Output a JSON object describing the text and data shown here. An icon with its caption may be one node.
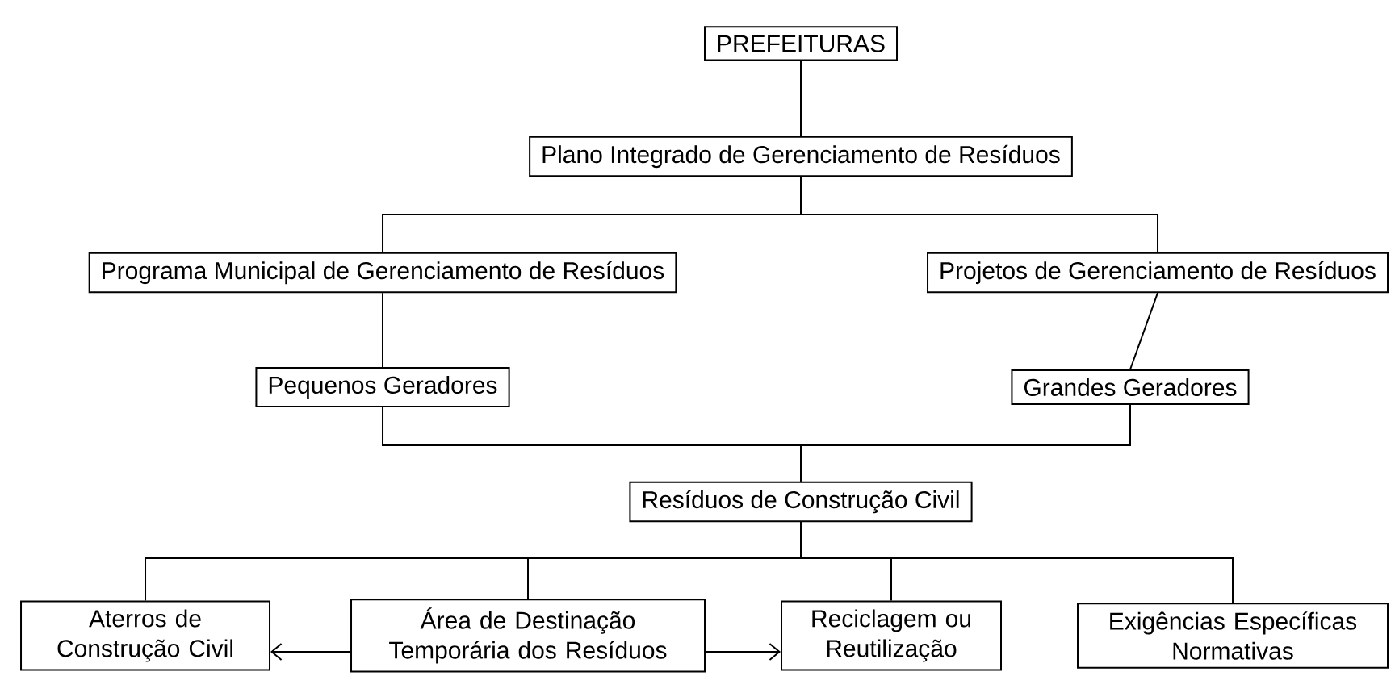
{
  "diagram": {
    "nodes": [
      {
        "text": [
          "PREFEITURAS"
        ]
      },
      {
        "text": [
          "Plano Integrado de Gerenciamento de Resíduos"
        ]
      },
      {
        "text": [
          "Programa Municipal de Gerenciamento de Resíduos"
        ]
      },
      {
        "text": [
          "Projetos de Gerenciamento de Resíduos"
        ]
      },
      {
        "text": [
          "Pequenos Geradores"
        ]
      },
      {
        "text": [
          "Grandes Geradores"
        ]
      },
      {
        "text": [
          "Resíduos de Construção Civil"
        ]
      },
      {
        "text": [
          "Aterros de Construção Civil"
        ]
      },
      {
        "text": [
          "Área de Destinação Temporária dos Resíduos"
        ]
      },
      {
        "text": [
          "Reciclagem ou Reutilização"
        ]
      },
      {
        "text": [
          "Exigências Específicas Normativas"
        ]
      }
    ],
    "edges": [
      {
        "from": 0,
        "to": 1,
        "arrow": "none"
      },
      {
        "from": 1,
        "to": 2,
        "arrow": "none"
      },
      {
        "from": 1,
        "to": 3,
        "arrow": "none"
      },
      {
        "from": 2,
        "to": 4,
        "arrow": "none"
      },
      {
        "from": 3,
        "to": 5,
        "arrow": "none"
      },
      {
        "from": 4,
        "to": 6,
        "arrow": "none"
      },
      {
        "from": 5,
        "to": 6,
        "arrow": "none"
      },
      {
        "from": 6,
        "to": 7,
        "arrow": "none"
      },
      {
        "from": 6,
        "to": 8,
        "arrow": "none"
      },
      {
        "from": 6,
        "to": 9,
        "arrow": "none"
      },
      {
        "from": 6,
        "to": 10,
        "arrow": "none"
      },
      {
        "from": 8,
        "to": 7,
        "arrow": "to"
      },
      {
        "from": 8,
        "to": 9,
        "arrow": "to"
      }
    ]
  }
}
